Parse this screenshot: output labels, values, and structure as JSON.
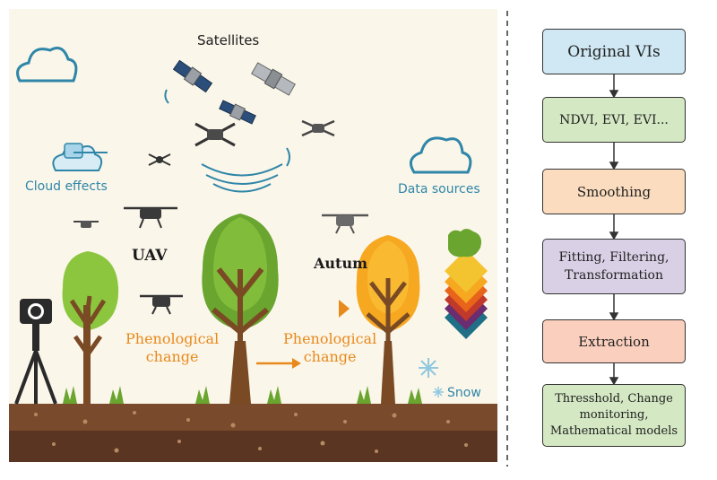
{
  "scene": {
    "satellites_label": "Satellites",
    "cloud_effects_label": "Cloud effects",
    "data_sources_label": "Data sources",
    "uav_label": "UAV",
    "autumn_label": "Autum",
    "phenological_change_1": [
      "Phenological",
      "change"
    ],
    "phenological_change_2": [
      "Phenological",
      "change"
    ],
    "snow_label": "Snow",
    "colors": {
      "panel_bg": "#fbf6ea",
      "soil_top": "#7a4a2c",
      "soil_bottom": "#5a3522",
      "tree_light_green": "#8cc63f",
      "tree_green": "#6aa52f",
      "tree_orange": "#f6a821",
      "trunk": "#7a4a24",
      "accent_blue": "#2f86a8",
      "accent_orange": "#e8891b"
    },
    "icons": [
      "cloud-icon",
      "satellite-icon",
      "drone-icon",
      "camera-tripod-icon",
      "snowflake-icon",
      "leaf-stack-icon",
      "wave-signal-icon"
    ]
  },
  "flowchart": {
    "steps": [
      {
        "label": "Original VIs",
        "color": "#cfe8f3"
      },
      {
        "label": "NDVI, EVI, EVI...",
        "color": "#d3e8c3"
      },
      {
        "label": "Smoothing",
        "color": "#fbdcbe"
      },
      {
        "label": [
          "Fitting, Filtering,",
          "Transformation"
        ],
        "color": "#d9d0e6"
      },
      {
        "label": "Extraction",
        "color": "#fbcfbd"
      },
      {
        "label": [
          "Thresshold, Change",
          "monitoring,",
          "Mathematical models"
        ],
        "color": "#d3e8c3"
      }
    ]
  }
}
